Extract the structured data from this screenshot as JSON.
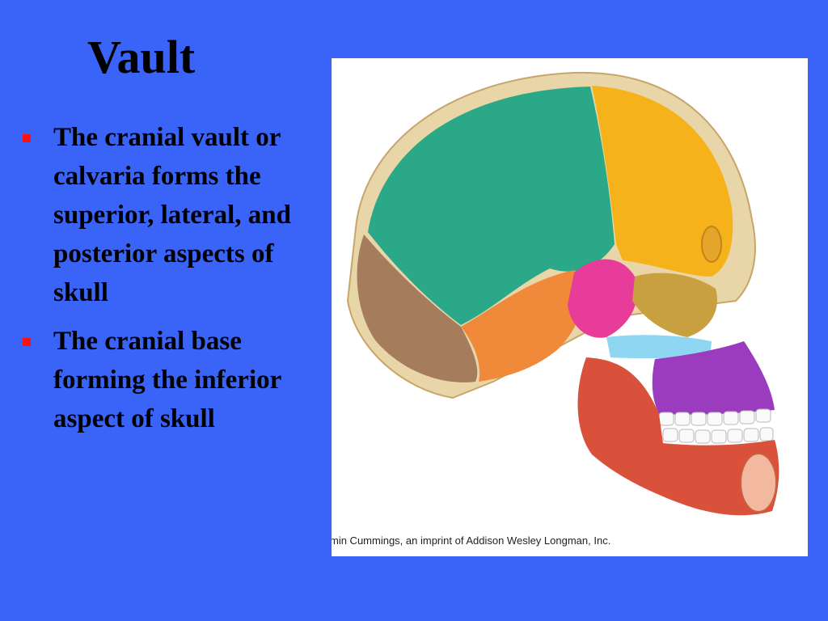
{
  "slide": {
    "title": "Vault",
    "bullets": [
      {
        "text": "The cranial vault or calvaria forms the superior, lateral, and posterior aspects of skull"
      },
      {
        "text": "The cranial base forming the inferior aspect of skull"
      }
    ]
  },
  "figure": {
    "credit": "min Cummings, an imprint of Addison Wesley Longman, Inc."
  },
  "colors": {
    "background": "#3a63f7",
    "bullet_marker": "#ff1010",
    "parietal": "#2aa887",
    "frontal": "#f6b21a",
    "occipital": "#a57c5c",
    "temporal": "#f08a3a",
    "sphenoid": "#e83c9a",
    "maxilla": "#9b3bbd",
    "mandible": "#d9513a"
  }
}
